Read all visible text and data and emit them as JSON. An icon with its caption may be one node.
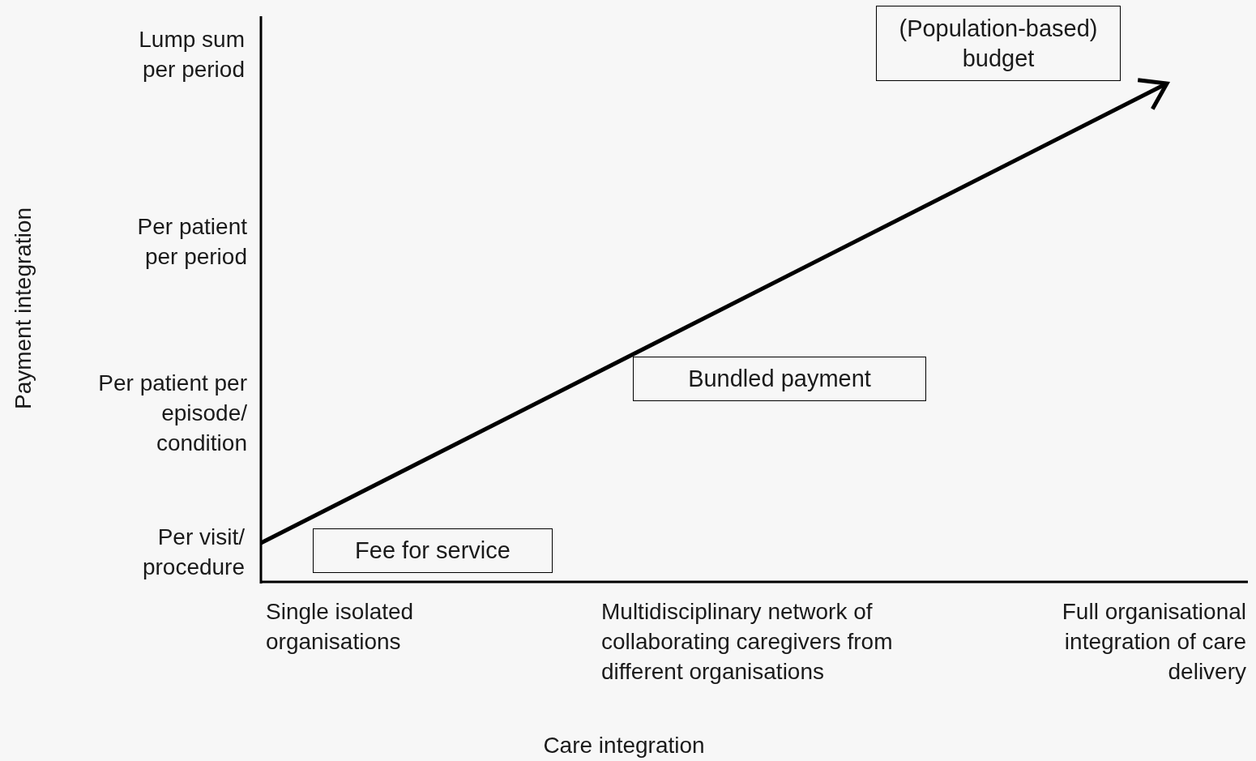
{
  "diagram": {
    "nodes": [
      {
        "text": [
          "(Population-based) budget"
        ]
      },
      {
        "text": [
          "Bundled payment"
        ]
      },
      {
        "text": [
          "Fee for service"
        ]
      }
    ],
    "labels": [
      "Lump sum per period",
      "Per patient per period",
      "Per patient per episode/ condition",
      "Per visit/ procedure",
      "Payment integration",
      "Single isolated organisations",
      "Multidisciplinary network of collaborating caregivers from different organisations",
      "Full organisational integration of care delivery",
      "Care integration"
    ]
  }
}
